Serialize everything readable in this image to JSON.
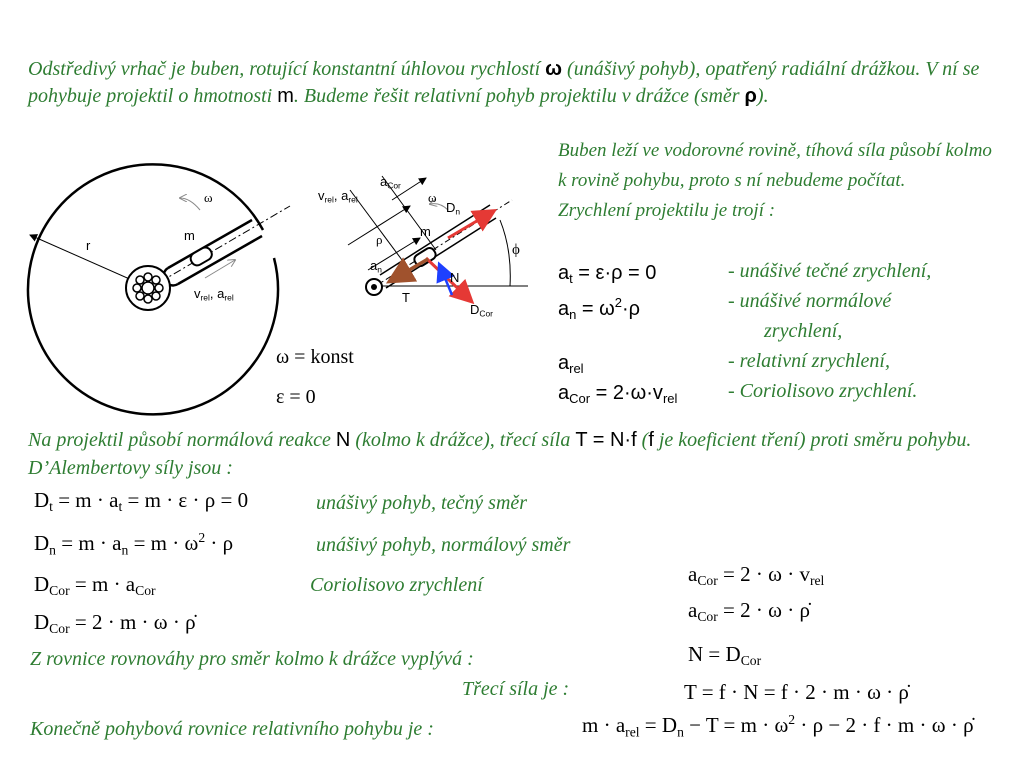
{
  "intro": {
    "t1": "Odstředivý vrhač je buben, rotující konstantní úhlovou rychlostí ",
    "omega": "ω",
    "t2": " (unášivý pohyb), opatřený radiální drážkou. V ní se pohybuje projektil o hmotnosti ",
    "m": "m",
    "t3": ". Budeme řešit relativní pohyb projektilu v drážce (směr ",
    "rho": "ρ",
    "t4": ")."
  },
  "diagram1": {
    "r": "r",
    "m": "m",
    "omega": "ω",
    "vrel": "v",
    "vrel_sub": "rel",
    "arel": "a",
    "arel_sub": "rel",
    "sep": ", "
  },
  "diagram2": {
    "acor": "a",
    "acor_sub": "Cor",
    "vrel": "v",
    "vrel_sub": "rel",
    "arel": "a",
    "arel_sub": "rel",
    "sep": ", ",
    "omega": "ω",
    "dn": "D",
    "dn_sub": "n",
    "rho": "ρ",
    "m": "m",
    "an": "a",
    "an_sub": "n",
    "N": "N",
    "T": "T",
    "dcor": "D",
    "dcor_sub": "Cor",
    "phi": "ϕ"
  },
  "consts": {
    "omega_const": "ω = konst",
    "eps_zero": "ε = 0"
  },
  "right_text": {
    "p1": "Buben leží ve vodorovné rovině, tíhová síla působí kolmo k rovině pohybu, proto s ní nebudeme počítat.",
    "p2": "Zrychlení projektilu je trojí :",
    "rows": [
      {
        "a": "a",
        "sub": "t",
        "expr": " = ε·ρ = 0",
        "desc": "- unášivé tečné zrychlení,"
      },
      {
        "a": "a",
        "sub": "n",
        "expr": " = ω",
        "sup": "2",
        "expr2": "·ρ",
        "desc": "- unášivé normálové"
      },
      {
        "desc2": "zrychlení,"
      },
      {
        "a": "a",
        "sub": "rel",
        "desc": "- relativní zrychlení,"
      },
      {
        "a": "a",
        "sub": "Cor",
        "expr": " = 2·ω·v",
        "sub2": "rel",
        "desc": "- Coriolisovo zrychlení."
      }
    ]
  },
  "middle": {
    "t1": "Na projektil působí normálová reakce ",
    "N": "N",
    "t2": " (kolmo k drážce), třecí síla ",
    "T": "T = N·f",
    "t3": " (",
    "f": "f",
    "t4": " je koeficient tření) proti směru pohybu. D’Alembertovy síly jsou :"
  },
  "equations": [
    {
      "html_label": "unášivý pohyb, tečný směr"
    },
    {
      "html_label": "unášivý pohyb, normálový směr"
    },
    {
      "html_label": "Coriolisovo zrychlení"
    }
  ],
  "bottom": {
    "z_rovnice": "Z rovnice rovnováhy pro směr kolmo k drážce vyplývá :",
    "treci": "Třecí síla je :",
    "konecne": "Konečně pohybová rovnice relativního pohybu je :"
  },
  "colors": {
    "green": "#2e7d32",
    "red": "#e53935",
    "blue": "#1e40ff",
    "brown": "#a0522d"
  }
}
